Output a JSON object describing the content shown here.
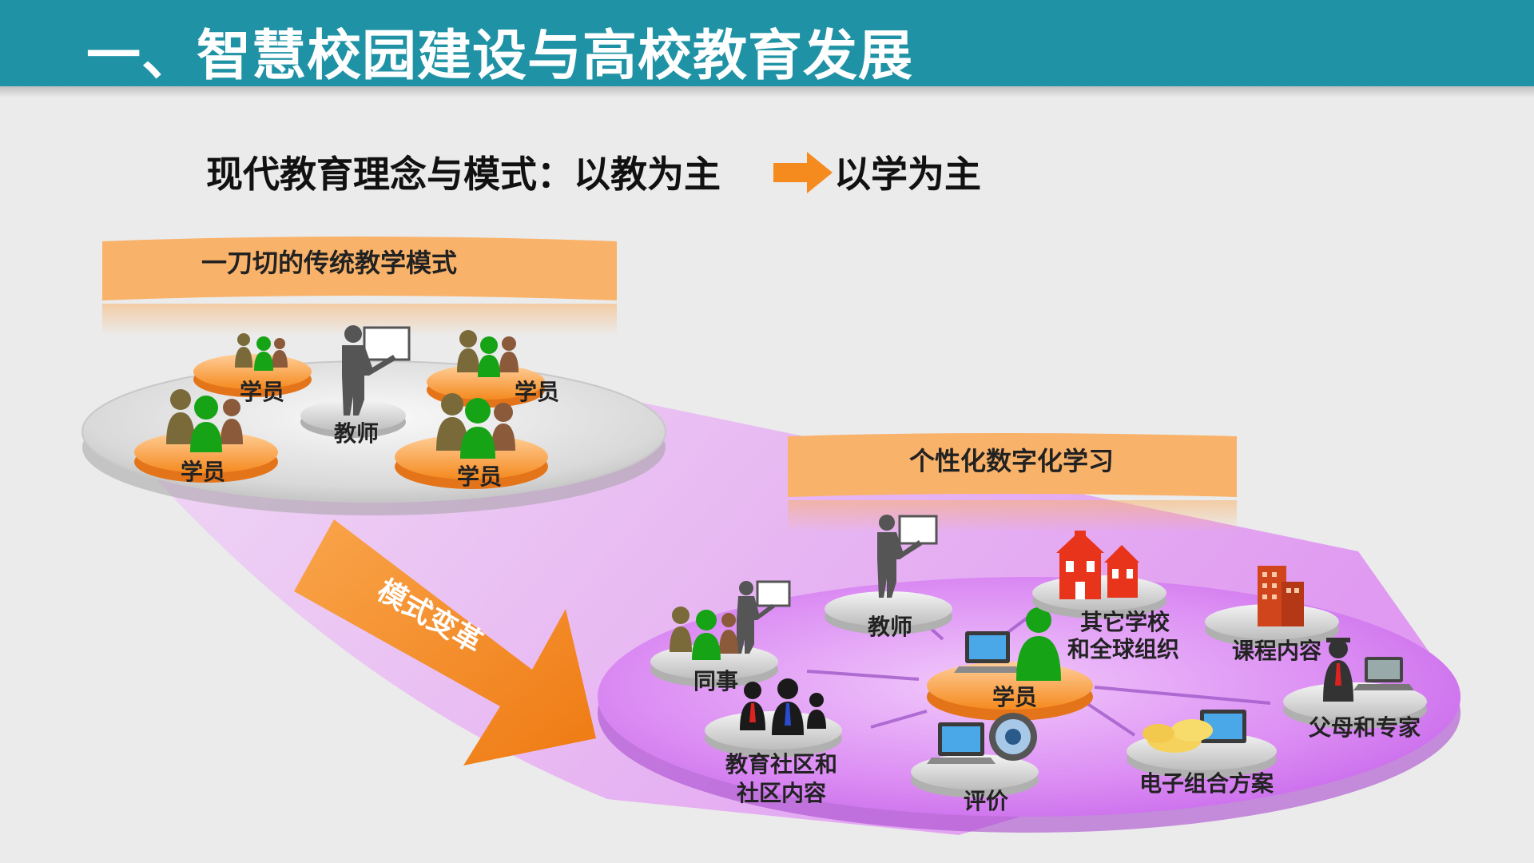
{
  "slide": {
    "title": "一、智慧校园建设与高校教育发展",
    "subtitle_left": "现代教育理念与模式：以教为主",
    "subtitle_right": "以学为主"
  },
  "traditional": {
    "banner": "一刀切的传统教学模式",
    "teacher": "教师",
    "student_1": "学员",
    "student_2": "学员",
    "student_3": "学员",
    "student_4": "学员"
  },
  "transition": {
    "arrow_label": "模式变革"
  },
  "personalized": {
    "banner": "个性化数字化学习",
    "center": "学员",
    "teacher": "教师",
    "peers": "同事",
    "schools_line1": "其它学校",
    "schools_line2": "和全球组织",
    "curriculum": "课程内容",
    "parents": "父母和专家",
    "community_line1": "教育社区和",
    "community_line2": "社区内容",
    "evaluation": "评价",
    "eportfolio": "电子组合方案"
  },
  "colors": {
    "header": "#1f93a5",
    "banner_orange": "#f9b26a",
    "arrow_orange": "#f58a1f",
    "student_green": "#16a316",
    "plane_purple": "#cf6ff2"
  }
}
